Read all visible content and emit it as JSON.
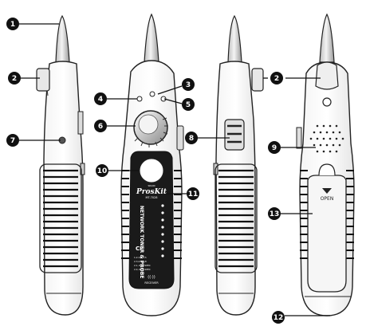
{
  "panel": {
    "brand": "ProsKit",
    "model": "MT-7028",
    "small_label": "SKIAN",
    "vertical_title": "NETWORK TONER & PROBE",
    "ce_mark": "CE",
    "spec_lines": [
      "1-2-3,6-4-5",
      "2-3,4-5-7-8",
      "2-1, RJ45 SPEC",
      "2-4, RJ45 SPEC"
    ],
    "receiver_label": "RECEIVER"
  },
  "battery_cover": {
    "open_label": "OPEN"
  },
  "callouts": [
    "1",
    "2",
    "3",
    "4",
    "5",
    "6",
    "7",
    "8",
    "9",
    "10",
    "11",
    "12",
    "13",
    "2"
  ]
}
